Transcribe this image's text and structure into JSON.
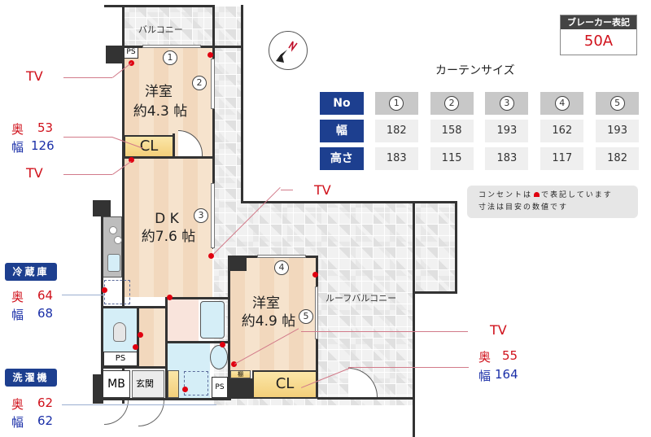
{
  "breaker": {
    "title": "ブレーカー表記",
    "value": "50A"
  },
  "curtain_table": {
    "title": "カーテンサイズ",
    "row_labels": {
      "no": "No",
      "width": "幅",
      "height": "高さ"
    },
    "columns": [
      {
        "no": "1",
        "width": "182",
        "height": "183"
      },
      {
        "no": "2",
        "width": "158",
        "height": "115"
      },
      {
        "no": "3",
        "width": "193",
        "height": "183"
      },
      {
        "no": "4",
        "width": "162",
        "height": "117"
      },
      {
        "no": "5",
        "width": "193",
        "height": "182"
      }
    ]
  },
  "notes": {
    "line1_pre": "コンセントは",
    "line1_post": "で表記しています",
    "line2": "寸法は目安の数値です"
  },
  "rooms": {
    "balcony": "バルコニー",
    "western1": {
      "name": "洋室",
      "size": "約4.3 帖"
    },
    "dk": {
      "name": "D K",
      "size": "約7.6 帖"
    },
    "western2": {
      "name": "洋室",
      "size": "約4.9 帖"
    },
    "roof_balcony": "ルーフバルコニー",
    "cl1": "CL",
    "cl2": "CL",
    "mb": "MB",
    "entrance": "玄関",
    "ps1": "PS",
    "ps2": "PS",
    "ps3": "PS",
    "shelf": "棚"
  },
  "window_markers": [
    "1",
    "2",
    "3",
    "4",
    "5"
  ],
  "annotations": {
    "tv1": "TV",
    "cl_dims": {
      "depth_label": "奥",
      "depth": "53",
      "width_label": "幅",
      "width": "126"
    },
    "tv2": "TV",
    "tv3": "TV",
    "tv4": "TV",
    "cl2_dims": {
      "depth_label": "奥",
      "depth": "55",
      "width_label": "幅",
      "width": "164"
    },
    "fridge": {
      "label": "冷蔵庫",
      "depth_label": "奥",
      "depth": "64",
      "width_label": "幅",
      "width": "68"
    },
    "washer": {
      "label": "洗濯機",
      "depth_label": "奥",
      "depth": "62",
      "width_label": "幅",
      "width": "62"
    }
  },
  "compass": {
    "north": "N"
  },
  "colors": {
    "accent_blue": "#1d3f8f",
    "red": "#d0111b",
    "text_blue": "#1a2fa8"
  }
}
